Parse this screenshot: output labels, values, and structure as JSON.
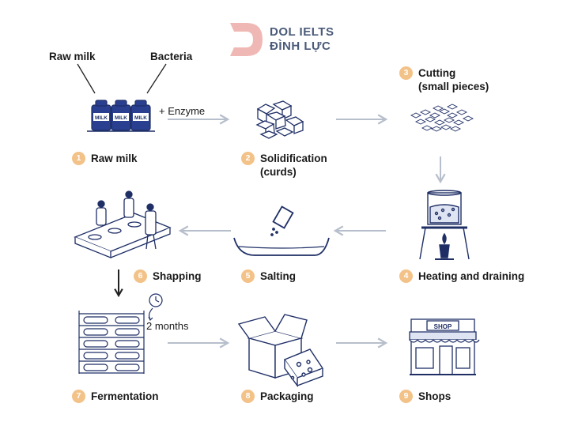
{
  "brand": {
    "line1": "DOL IELTS",
    "line2": "ĐÌNH LỰC"
  },
  "inputs": {
    "raw_milk": "Raw milk",
    "bacteria": "Bacteria"
  },
  "arrow_labels": {
    "enzyme": "+ Enzyme",
    "duration": "2 months"
  },
  "steps": [
    {
      "num": "1",
      "label": "Raw milk"
    },
    {
      "num": "2",
      "label": "Solidification\n(curds)"
    },
    {
      "num": "3",
      "label": "Cutting\n(small pieces)"
    },
    {
      "num": "4",
      "label": "Heating and draining"
    },
    {
      "num": "5",
      "label": "Salting"
    },
    {
      "num": "6",
      "label": "Shapping"
    },
    {
      "num": "7",
      "label": "Fermentation"
    },
    {
      "num": "8",
      "label": "Packaging"
    },
    {
      "num": "9",
      "label": "Shops"
    }
  ],
  "shop_sign": "SHOP",
  "milk_can_text": "MILK",
  "colors": {
    "badge": "#f3c288",
    "ink": "#1f2f66",
    "arrow": "#b7bfcc",
    "logo": "#f0b8b5"
  }
}
